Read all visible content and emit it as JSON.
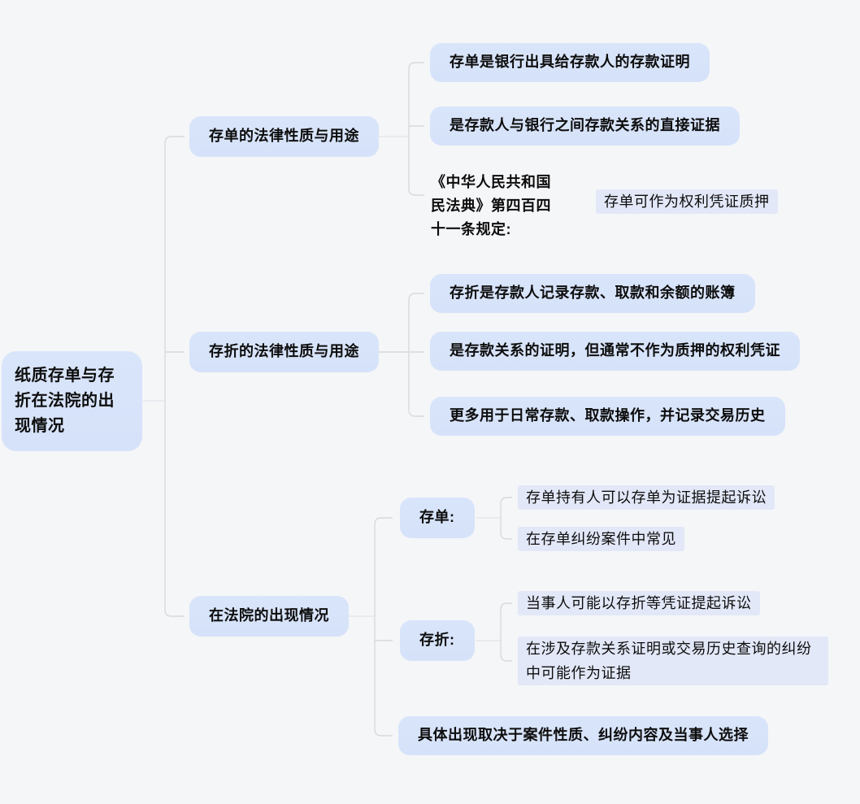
{
  "colors": {
    "bg": "#f5f6f8",
    "node_fill": "#d9e5fa",
    "highlight_fill": "#e3e8f8",
    "text": "#0d0d0d",
    "line": "#d7dade"
  },
  "root": {
    "label": "纸质存单与存折在法院的出现情况"
  },
  "branches": [
    {
      "label": "存单的法律性质与用途",
      "children": [
        {
          "label": "存单是银行出具给存款人的存款证明"
        },
        {
          "label": "是存款人与银行之间存款关系的直接证据"
        },
        {
          "label": "《中华人民共和国民法典》第四百四十一条规定:",
          "child": {
            "label": "存单可作为权利凭证质押"
          }
        }
      ]
    },
    {
      "label": "存折的法律性质与用途",
      "children": [
        {
          "label": "存折是存款人记录存款、取款和余额的账簿"
        },
        {
          "label": "是存款关系的证明，但通常不作为质押的权利凭证"
        },
        {
          "label": "更多用于日常存款、取款操作，并记录交易历史"
        }
      ]
    },
    {
      "label": "在法院的出现情况",
      "children": [
        {
          "label": "存单:",
          "children": [
            {
              "label": "存单持有人可以存单为证据提起诉讼"
            },
            {
              "label": "在存单纠纷案件中常见"
            }
          ]
        },
        {
          "label": "存折:",
          "children": [
            {
              "label": "当事人可能以存折等凭证提起诉讼"
            },
            {
              "label": "在涉及存款关系证明或交易历史查询的纠纷中可能作为证据"
            }
          ]
        },
        {
          "label": "具体出现取决于案件性质、纠纷内容及当事人选择"
        }
      ]
    }
  ]
}
